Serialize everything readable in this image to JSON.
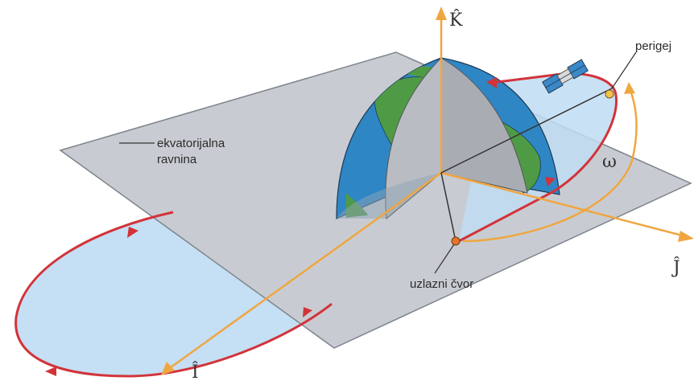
{
  "labels": {
    "equatorial_plane_line1": "ekvatorijalna",
    "equatorial_plane_line2": "ravnina",
    "perigee": "perigej",
    "ascending_node": "uzlazni čvor",
    "arg_of_perigee": "ω",
    "axis_k": "K̂",
    "axis_j": "Ĵ",
    "axis_i": "Î"
  },
  "colors": {
    "plane": "#c9cdd3",
    "plane_edge": "#7d848c",
    "orbit_fill": "#bfdcf3",
    "orbit_line": "#d2333a",
    "axis": "#f0a640",
    "ocean": "#2f86c4",
    "land": "#4f9b45",
    "node_marker": "#e0762a",
    "perigee_marker": "#f3c24a"
  },
  "icons": {
    "satellite": "satellite-icon"
  }
}
